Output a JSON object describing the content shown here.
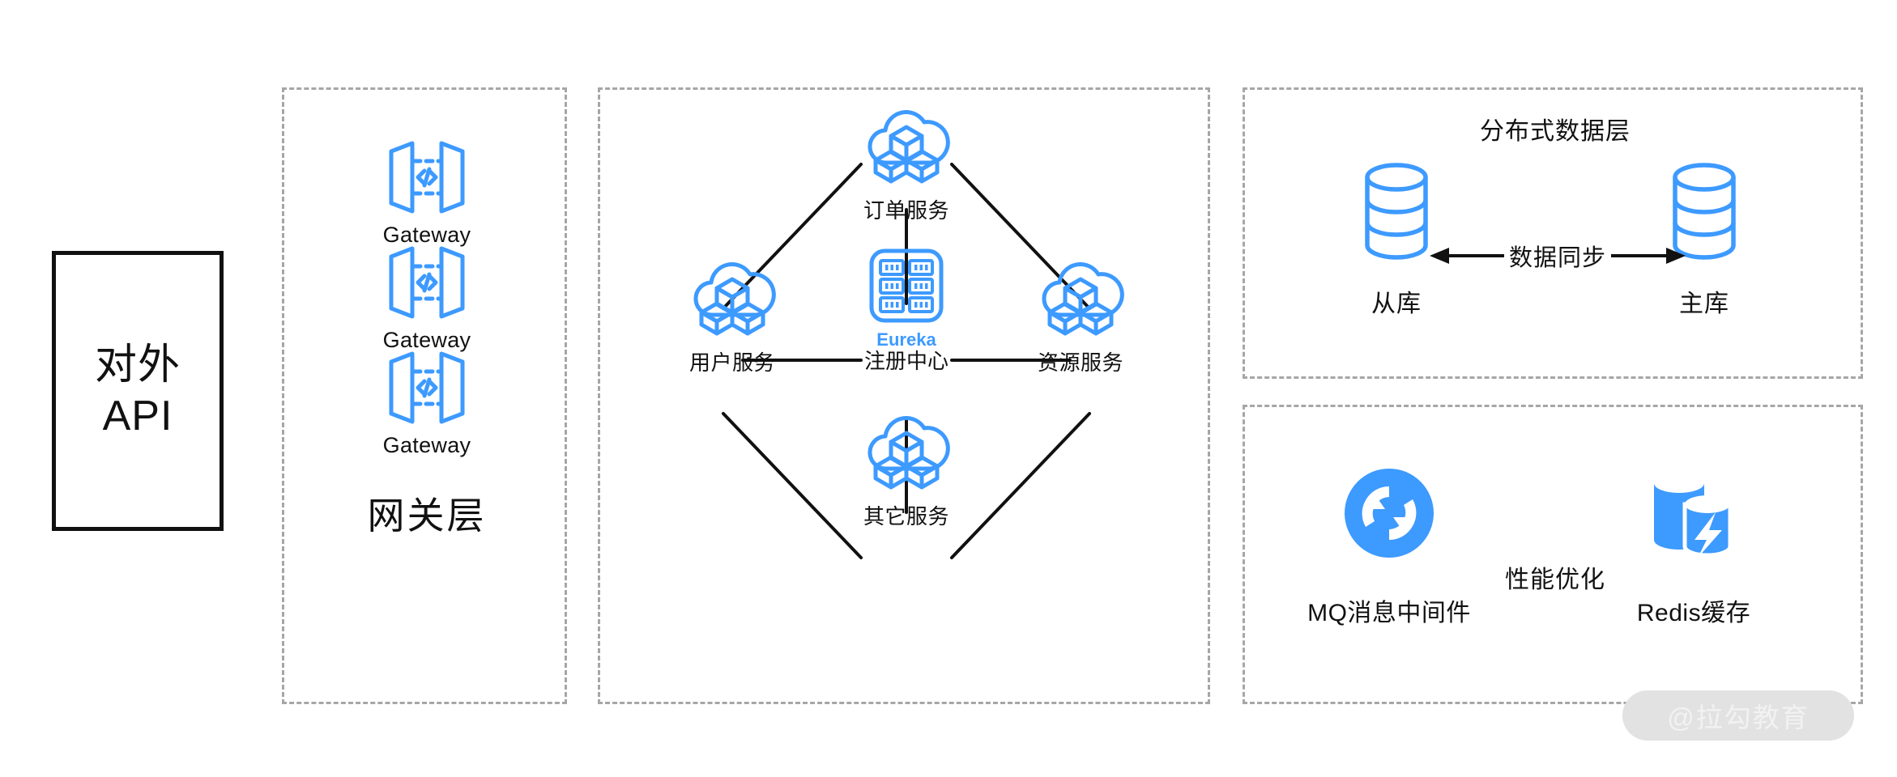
{
  "colors": {
    "accent_blue": "#3d9aff",
    "line_black": "#111111",
    "dashed_gray": "#a6a6a6",
    "watermark_bg": "#e2e2e2"
  },
  "external_api": {
    "line1": "对外",
    "line2": "API"
  },
  "gateway_layer": {
    "layer_label": "网关层",
    "items": [
      {
        "label": "Gateway",
        "icon": "api-gateway-icon"
      },
      {
        "label": "Gateway",
        "icon": "api-gateway-icon"
      },
      {
        "label": "Gateway",
        "icon": "api-gateway-icon"
      }
    ]
  },
  "service_layer": {
    "registry": {
      "name": "Eureka",
      "label": "注册中心",
      "icon": "server-rack-icon"
    },
    "services": [
      {
        "id": "order",
        "label": "订单服务",
        "icon": "cloud-cubes-icon",
        "position": "top"
      },
      {
        "id": "user",
        "label": "用户服务",
        "icon": "cloud-cubes-icon",
        "position": "left"
      },
      {
        "id": "resource",
        "label": "资源服务",
        "icon": "cloud-cubes-icon",
        "position": "right"
      },
      {
        "id": "other",
        "label": "其它服务",
        "icon": "cloud-cubes-icon",
        "position": "bottom"
      }
    ],
    "connections": [
      "user-order",
      "order-resource",
      "user-other",
      "other-resource",
      "order-registry",
      "user-registry",
      "resource-registry",
      "other-registry"
    ]
  },
  "data_layer": {
    "title": "分布式数据层",
    "sync_label": "数据同步",
    "nodes": [
      {
        "id": "slave",
        "label": "从库",
        "icon": "database-cylinder-icon"
      },
      {
        "id": "master",
        "label": "主库",
        "icon": "database-cylinder-icon"
      }
    ]
  },
  "performance_layer": {
    "middle_label": "性能优化",
    "nodes": [
      {
        "id": "mq",
        "label": "MQ消息中间件",
        "icon": "message-queue-sync-icon"
      },
      {
        "id": "redis",
        "label": "Redis缓存",
        "icon": "redis-cache-icon"
      }
    ]
  },
  "watermark": {
    "text": "@拉勾教育"
  }
}
